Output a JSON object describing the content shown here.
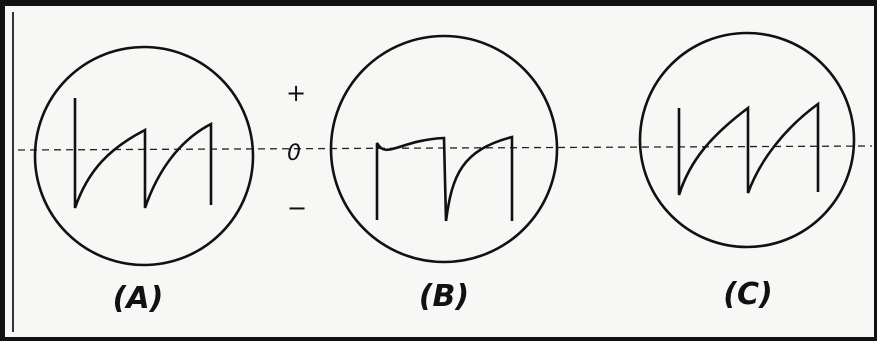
{
  "figure": {
    "polarity_labels": {
      "positive": "+",
      "zero": "0",
      "negative": "−"
    },
    "panels": [
      {
        "label": "(A)"
      },
      {
        "label": "(B)"
      },
      {
        "label": "(C)"
      }
    ]
  }
}
